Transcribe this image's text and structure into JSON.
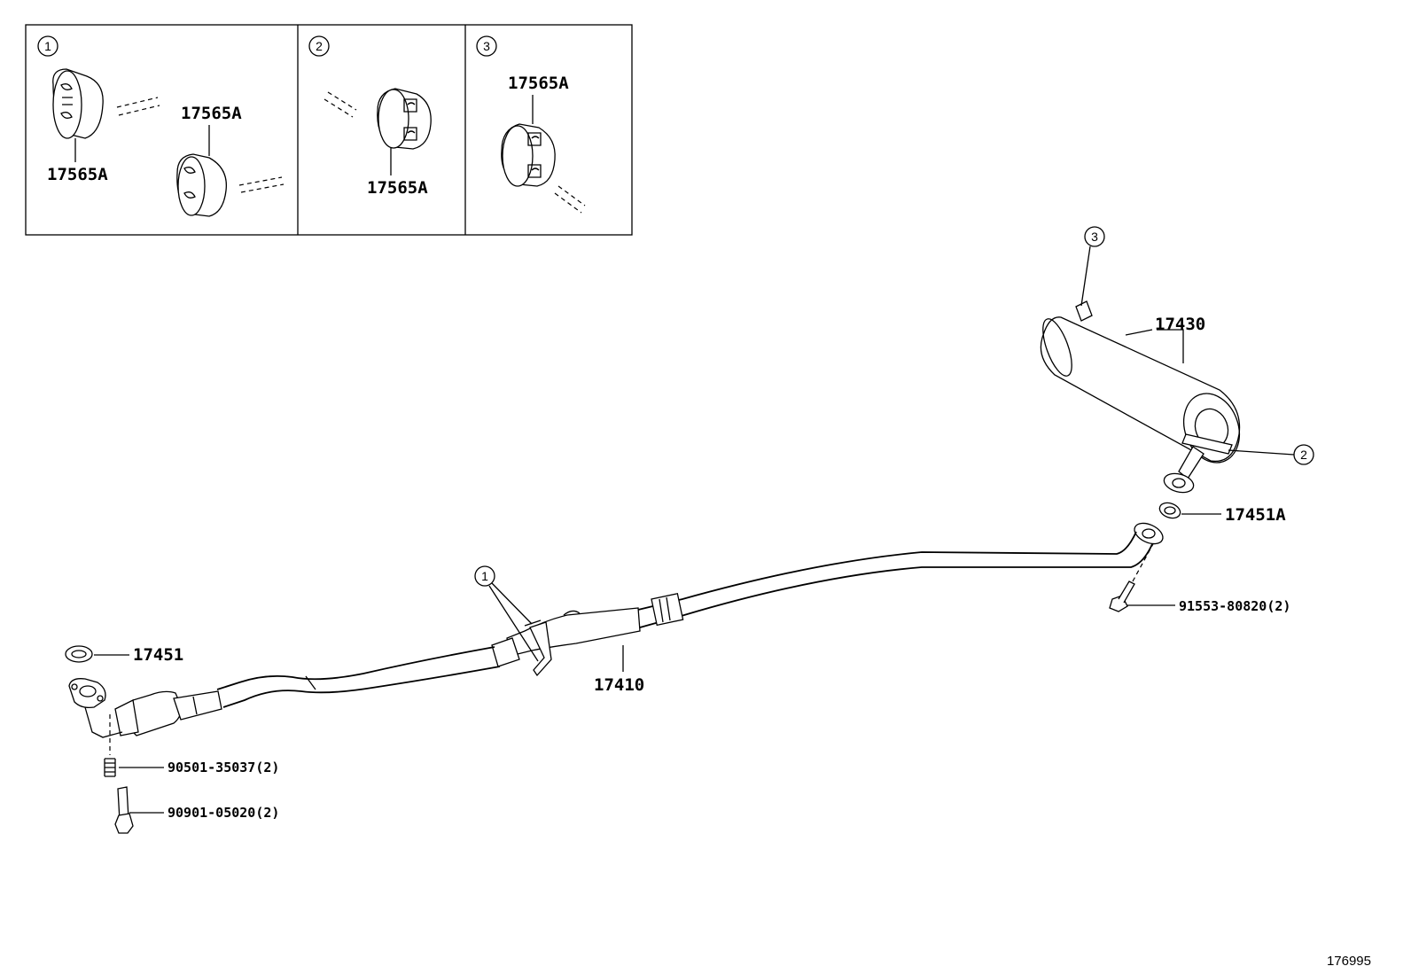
{
  "insets": [
    {
      "marker": "1",
      "labels": [
        "17565A",
        "17565A"
      ]
    },
    {
      "marker": "2",
      "labels": [
        "17565A"
      ]
    },
    {
      "marker": "3",
      "labels": [
        "17565A"
      ]
    }
  ],
  "parts": {
    "muffler": "17430",
    "gasket_rear": "17451A",
    "bolt_rear": "91553-80820(2)",
    "gasket_front": "17451",
    "center_pipe": "17410",
    "spring": "90501-35037(2)",
    "bolt_front": "90901-05020(2)"
  },
  "callouts": {
    "hanger_front": "1",
    "hanger_rear_top": "3",
    "hanger_rear": "2"
  },
  "diagram_id": "176995"
}
